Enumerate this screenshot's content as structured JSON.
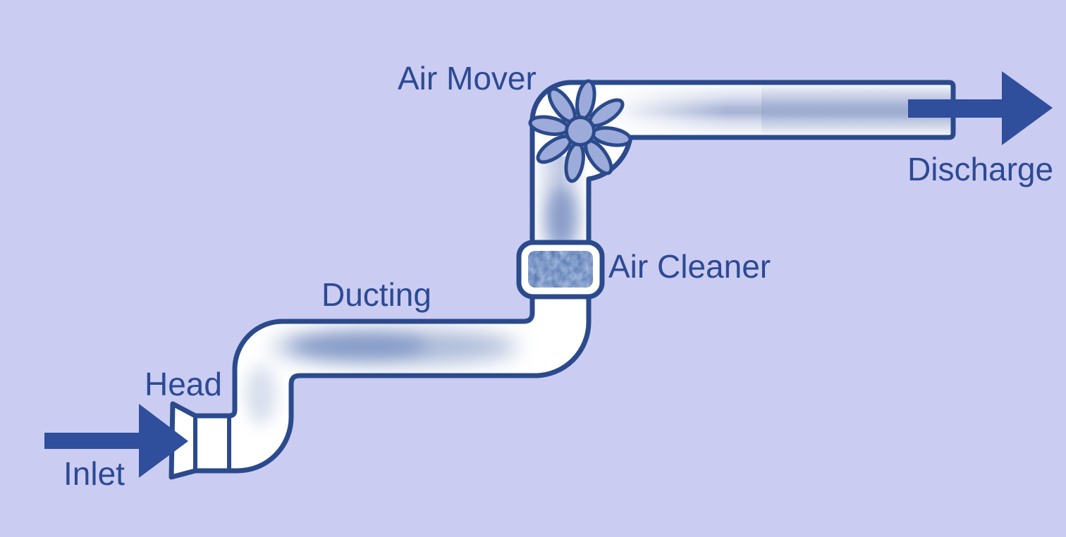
{
  "diagram": {
    "labels": {
      "air_mover": "Air Mover",
      "discharge": "Discharge",
      "air_cleaner": "Air Cleaner",
      "ducting": "Ducting",
      "head": "Head",
      "inlet": "Inlet"
    },
    "icons": {
      "air_mover": "fan-icon",
      "inlet": "arrow-right-icon",
      "discharge": "arrow-right-icon",
      "air_cleaner": "filter-media-texture"
    },
    "colors": {
      "background": "#cbccf2",
      "duct_fill": "#ffffff",
      "duct_outline": "#2b4a8c",
      "duct_shade": "#8fa0c8",
      "arrow": "#2f4e9b",
      "label_text": "#2c4a94",
      "fan_fill": "#9cabd9",
      "cleaner_fill": "#4c6fae"
    }
  }
}
